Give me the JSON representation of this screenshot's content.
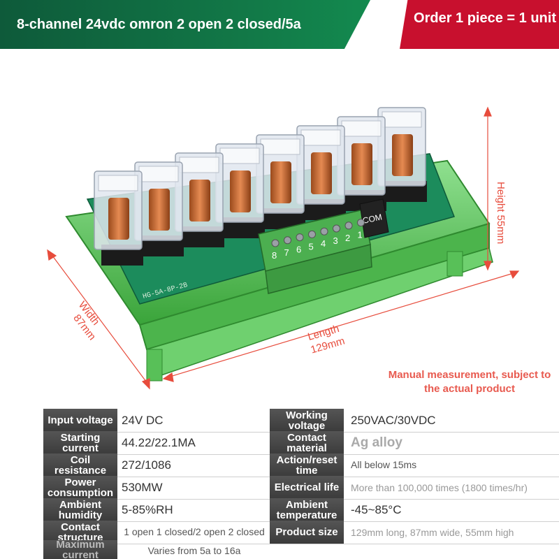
{
  "banner": {
    "title": "8-channel 24vdc omron 2 open 2 closed/5a",
    "order_text": "Order 1 piece = 1 unit",
    "green": "#127a48",
    "red": "#c8102e"
  },
  "product": {
    "terminal_numbers": [
      "8",
      "7",
      "6",
      "5",
      "4",
      "3",
      "2",
      "1"
    ],
    "com_label": "COM",
    "board_label": "HG-5A-8P-2B",
    "relay_count": 8
  },
  "dimensions": {
    "height": "Height 55mm",
    "width_label": "Width",
    "width_value": "87mm",
    "length_label": "Length",
    "length_value": "129mm"
  },
  "note": "Manual measurement, subject to the actual product",
  "specs": [
    {
      "left_label": "Input voltage",
      "left_value": "24V DC",
      "right_label": "Working voltage",
      "right_value": "250VAC/30VDC"
    },
    {
      "left_label": "Starting current",
      "left_value": "44.22/22.1MA",
      "right_label": "Contact material",
      "right_value": "Ag alloy"
    },
    {
      "left_label": "Coil resistance",
      "left_value": "272/1086",
      "right_label": "Action/reset time",
      "right_value": "All below 15ms"
    },
    {
      "left_label": "Power consumption",
      "left_value": "530MW",
      "right_label": "Electrical life",
      "right_value": "More than 100,000 times (1800 times/hr)"
    },
    {
      "left_label": "Ambient humidity",
      "left_value": "5-85%RH",
      "right_label": "Ambient temperature",
      "right_value": "-45~85°C"
    },
    {
      "left_label": "Contact structure",
      "left_value": "1 open 1 closed/2 open 2 closed",
      "right_label": "Product size",
      "right_value": "129mm long, 87mm wide, 55mm high"
    },
    {
      "left_label": "Maximum current",
      "left_value": "Varies from 5a to 16a"
    }
  ]
}
